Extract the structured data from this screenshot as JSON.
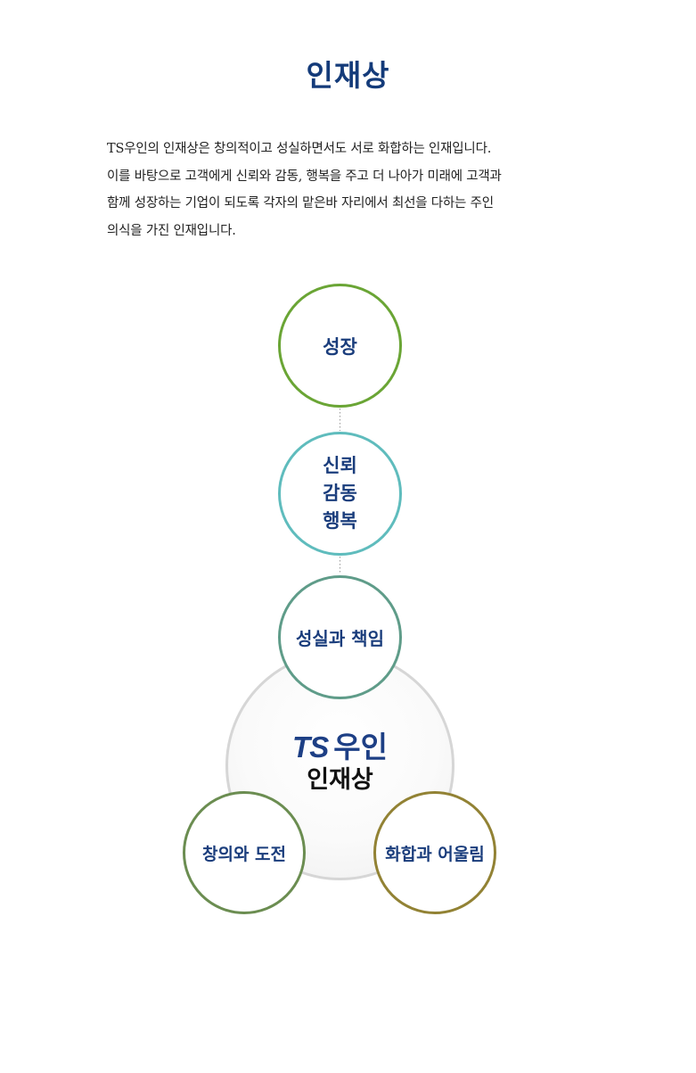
{
  "page_title": "인재상",
  "intro_lines": [
    "TS우인의  인재상은 창의적이고 성실하면서도  서로 화합하는  인재입니다.",
    "이를 바탕으로 고객에게 신뢰와 감동, 행복을 주고 더 나아가 미래에 고객과",
    "함께 성장하는 기업이 되도록  각자의 맡은바 자리에서  최선을 다하는 주인",
    "의식을 가진 인재입니다."
  ],
  "diagram": {
    "nodes": {
      "growth": "성장",
      "trust_line1": "신뢰",
      "trust_line2": "감동",
      "trust_line3": "행복",
      "sincerity": "성실과 책임",
      "creativity": "창의와 도전",
      "harmony": "화합과 어울림"
    },
    "center": {
      "brand_ts": "TS",
      "brand_name": "우인",
      "subtitle": "인재상"
    },
    "colors": {
      "growth": "#6aa535",
      "trust": "#5fbcbd",
      "sincerity": "#5f9c89",
      "creativity": "#6b8d51",
      "harmony": "#928234",
      "label_text": "#1a3d7c",
      "title": "#143b7a"
    }
  }
}
